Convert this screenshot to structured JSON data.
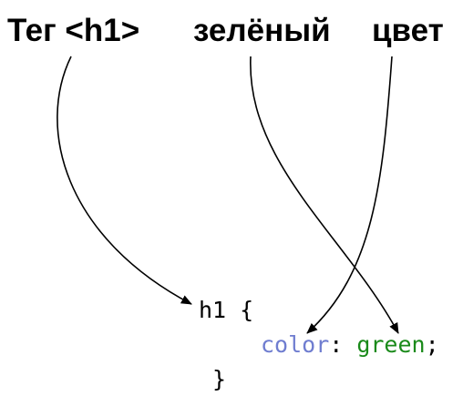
{
  "labels": {
    "tag": "Тег <h1>",
    "color_value": "зелёный",
    "property": "цвет"
  },
  "code": {
    "selector": "h1",
    "open_brace": "{",
    "property": "color",
    "colon": ":",
    "value": "green",
    "semicolon": ";",
    "close_brace": "}"
  },
  "colors": {
    "text": "#000000",
    "property": "#6f7dd0",
    "value": "#1a8a1a"
  }
}
